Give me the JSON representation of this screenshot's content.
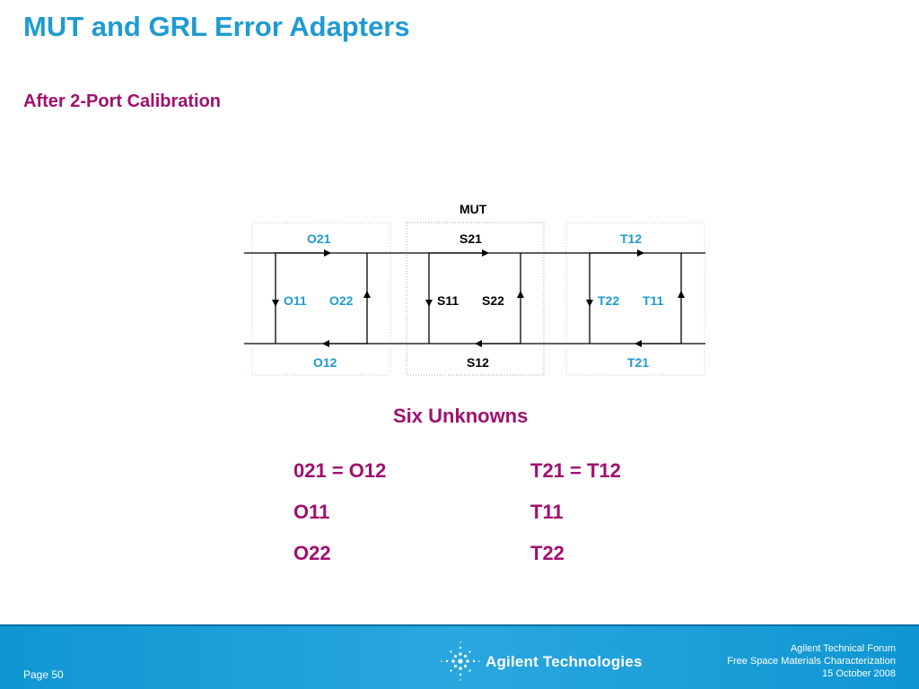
{
  "slide": {
    "title": "MUT and GRL Error Adapters",
    "subtitle": "After 2-Port Calibration"
  },
  "diagram": {
    "mut_label": "MUT",
    "left_adapter": {
      "top": "O21",
      "mid_left": "O11",
      "mid_right": "O22",
      "bottom": "O12"
    },
    "mut": {
      "top": "S21",
      "mid_left": "S11",
      "mid_right": "S22",
      "bottom": "S12"
    },
    "right_adapter": {
      "top": "T12",
      "mid_left": "T22",
      "mid_right": "T11",
      "bottom": "T21"
    },
    "colors": {
      "adapter_label": "#1f9bd1",
      "mut_label": "#000000",
      "box_border": "#b8cdd8"
    }
  },
  "unknowns": {
    "heading": "Six Unknowns",
    "left": [
      "021 = O12",
      "O11",
      "O22"
    ],
    "right": [
      "T21 = T12",
      "T11",
      "T22"
    ]
  },
  "footer": {
    "page": "Page 50",
    "logo_text": "Agilent Technologies",
    "logo_icon": "agilent-spark-icon",
    "info": [
      "Agilent Technical Forum",
      "Free Space Materials Characterization",
      "15 October 2008"
    ]
  },
  "colors": {
    "title": "#1f9bd1",
    "accent": "#a0106e",
    "footer_bg": "#1c9fd8"
  }
}
